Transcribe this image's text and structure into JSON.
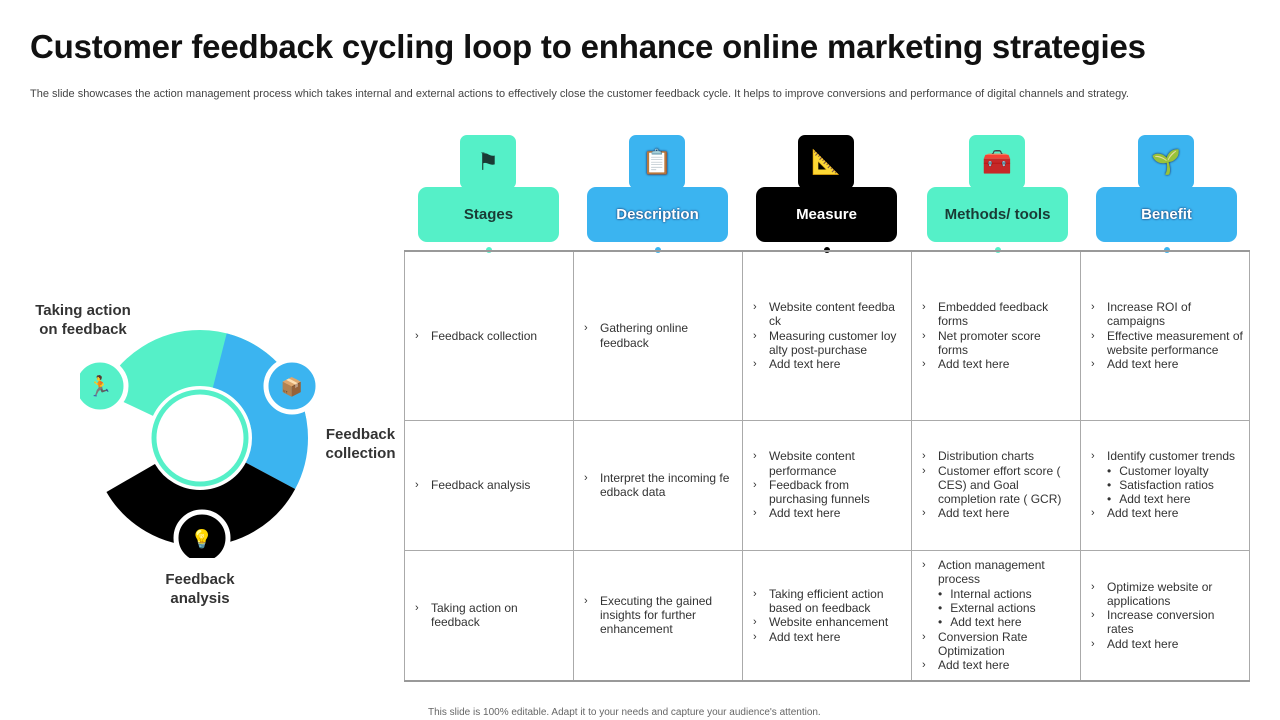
{
  "title": "Customer feedback cycling loop to enhance online marketing strategies",
  "subtitle": "The slide showcases the action management process which takes internal and external actions to effectively  close the customer feedback cycle. It helps to improve conversions and performance of digital channels and strategy.",
  "footer": "This slide is 100% editable. Adapt it to your needs and capture your audience's attention.",
  "cycle": {
    "top_label": "Taking action on feedback",
    "right_label": "Feedback collection",
    "bottom_label": "Feedback analysis"
  },
  "colors": {
    "teal": "#55f0c8",
    "blue": "#3bb4f0",
    "black": "#000000"
  },
  "headers": [
    {
      "label": "Stages",
      "icon": "roadmap-icon"
    },
    {
      "label": "Description",
      "icon": "clipboard-search-icon"
    },
    {
      "label": "Measure",
      "icon": "house-compass-icon"
    },
    {
      "label": "Methods/ tools",
      "icon": "toolbox-icon"
    },
    {
      "label": "Benefit",
      "icon": "money-plant-hand-icon"
    }
  ],
  "rows": [
    [
      [
        "Feedback collection"
      ],
      [
        "Gathering online feedback"
      ],
      [
        "Website content feedba ck",
        "Measuring customer loy alty post-purchase",
        "Add text here"
      ],
      [
        " Embedded feedback forms",
        "Net promoter score forms",
        "Add text here"
      ],
      [
        "Increase ROI of campaigns",
        "Effective measurement of website performance",
        "Add text here"
      ]
    ],
    [
      [
        "Feedback analysis"
      ],
      [
        "Interpret the incoming fe edback data"
      ],
      [
        "Website content performance",
        "Feedback from purchasing funnels",
        "Add text here"
      ],
      [
        "Distribution charts",
        "Customer effort score ( CES) and Goal completion rate ( GCR)",
        "Add text here"
      ],
      [
        "Identify customer trends",
        "Add text here"
      ]
    ],
    [
      [
        "Taking action on feedback"
      ],
      [
        "Executing the gained insights for further enhancement"
      ],
      [
        "Taking efficient action based on feedback",
        "Website enhancement",
        "Add text here"
      ],
      [
        "Action  management process",
        "Conversion Rate Optimization",
        "Add text here"
      ],
      [
        "Optimize website or applications",
        "Increase conversion rates",
        "Add text here"
      ]
    ]
  ],
  "subs": {
    "r1c4": [
      "Customer loyalty",
      "Satisfaction ratios",
      "Add text here"
    ],
    "r2c3": [
      "Internal actions",
      "External actions",
      "Add text here"
    ]
  }
}
